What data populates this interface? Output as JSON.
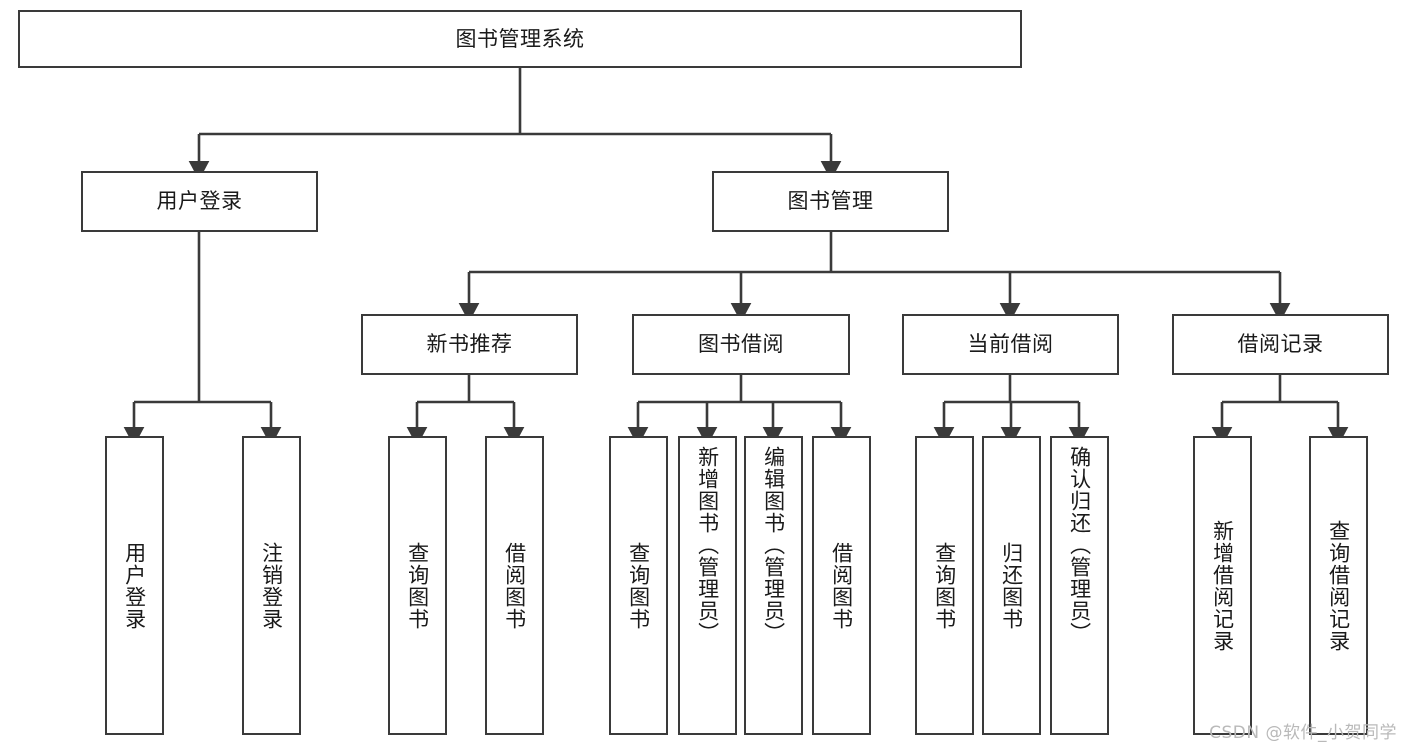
{
  "diagram": {
    "type": "hierarchy-tree",
    "title": "图书管理系统",
    "watermark": "CSDN @软件_小贺同学",
    "colors": {
      "box_border": "#3a3a3a",
      "box_fill": "#ffffff",
      "edge": "#3a3a3a",
      "text": "#1a1a1a",
      "watermark": "#b9b9b9",
      "background": "#ffffff"
    },
    "levels": {
      "root": {
        "label": "图书管理系统"
      },
      "level2": [
        {
          "label": "用户登录"
        },
        {
          "label": "图书管理"
        }
      ],
      "level3": [
        {
          "label": "新书推荐"
        },
        {
          "label": "图书借阅"
        },
        {
          "label": "当前借阅"
        },
        {
          "label": "借阅记录"
        }
      ],
      "leaves": {
        "user_login": [
          {
            "label": "用户登录"
          },
          {
            "label": "注销登录"
          }
        ],
        "new_book": [
          {
            "label": "查询图书"
          },
          {
            "label": "借阅图书"
          }
        ],
        "book_borrow": [
          {
            "label": "查询图书"
          },
          {
            "label": "新增图书（管理员）"
          },
          {
            "label": "编辑图书（管理员）"
          },
          {
            "label": "借阅图书"
          }
        ],
        "current_borrow": [
          {
            "label": "查询图书"
          },
          {
            "label": "归还图书"
          },
          {
            "label": "确认归还（管理员）"
          }
        ],
        "borrow_record": [
          {
            "label": "新增借阅记录"
          },
          {
            "label": "查询借阅记录"
          }
        ]
      }
    }
  }
}
